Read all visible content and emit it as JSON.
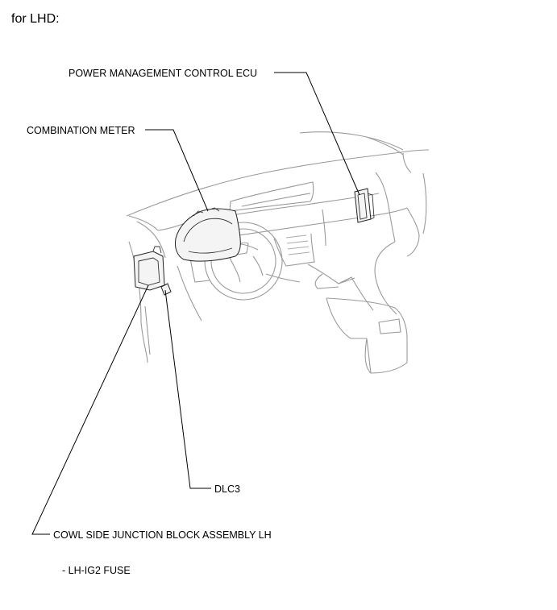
{
  "heading": "for LHD:",
  "labels": {
    "power_management_ecu": "POWER MANAGEMENT CONTROL ECU",
    "combination_meter": "COMBINATION METER",
    "dlc3": "DLC3",
    "cowl_junction_block": "COWL SIDE JUNCTION BLOCK ASSEMBLY LH",
    "lh_ig2_fuse": "- LH-IG2 FUSE"
  }
}
